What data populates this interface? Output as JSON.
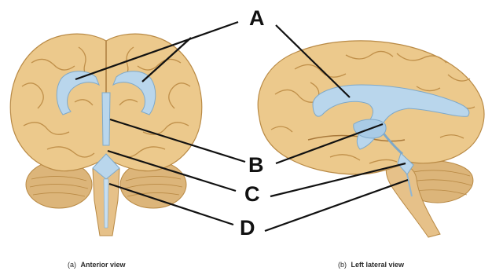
{
  "labels": {
    "a": "A",
    "b": "B",
    "c": "C",
    "d": "D"
  },
  "captions": {
    "anterior_prefix": "(a)",
    "anterior": "Anterior view",
    "lateral_prefix": "(b)",
    "lateral": "Left lateral view"
  },
  "colors": {
    "brain_tan": "#ecc98c",
    "brain_shadow": "#c99b52",
    "sulcus": "#b3823d",
    "ventricle_blue": "#b9d6ec",
    "ventricle_edge": "#7fa9c9",
    "cerebellum": "#dcb57a",
    "leader_line": "#111111"
  }
}
